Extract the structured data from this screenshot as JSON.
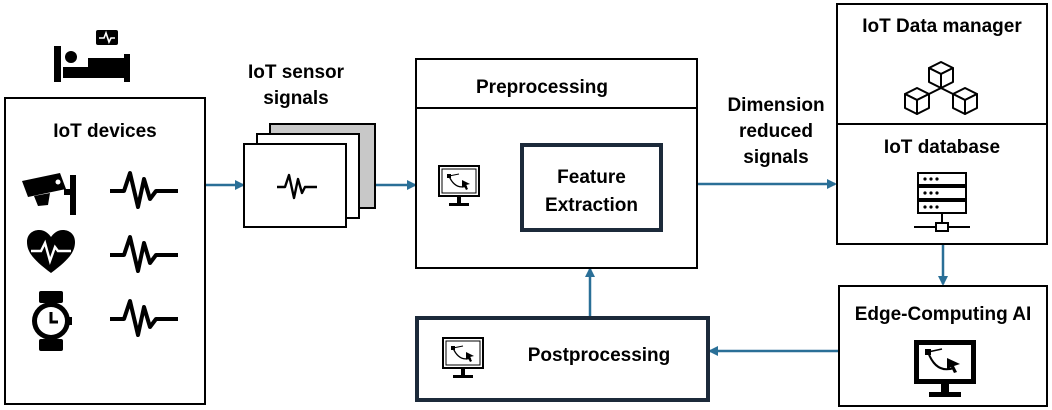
{
  "devices": {
    "title": "IoT devices"
  },
  "sensor_signals": {
    "line1": "IoT sensor",
    "line2": "signals"
  },
  "preprocessing": {
    "title": "Preprocessing",
    "feature_line1": "Feature",
    "feature_line2": "Extraction"
  },
  "dimension": {
    "line1": "Dimension",
    "line2": "reduced",
    "line3": "signals"
  },
  "data_manager": {
    "title": "IoT Data manager"
  },
  "database": {
    "title": "IoT database"
  },
  "edge": {
    "title": "Edge-Computing AI"
  },
  "postprocessing": {
    "title": "Postprocessing"
  },
  "colors": {
    "arrow": "#2a6f97",
    "stack_back": "#c8c8c8"
  },
  "icons": [
    "bed-monitor-icon",
    "security-camera-icon",
    "heart-pulse-icon",
    "watch-icon",
    "pulse-waveform-icon",
    "computer-monitor-icon",
    "blocks-icon",
    "server-icon"
  ]
}
